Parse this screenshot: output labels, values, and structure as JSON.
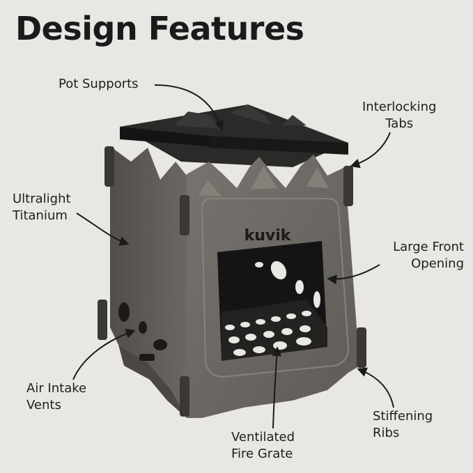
{
  "title": "Design Features",
  "brand": "kuvik",
  "labels": {
    "pot_supports": [
      "Pot Supports"
    ],
    "interlocking_tabs": [
      "Interlocking",
      "Tabs"
    ],
    "ultralight_titanium": [
      "Ultralight",
      "Titanium"
    ],
    "large_front_opening": [
      "Large Front",
      "Opening"
    ],
    "air_intake_vents": [
      "Air Intake",
      "Vents"
    ],
    "ventilated_fire_grate": [
      "Ventilated",
      "Fire Grate"
    ],
    "stiffening_ribs": [
      "Stiffening",
      "Ribs"
    ]
  },
  "colors": {
    "background": "#e8e7e3",
    "panel_front": "#6e6a65",
    "panel_side": "#5d5955",
    "interior": "#1c1b1a",
    "text": "#1a1a1a"
  }
}
